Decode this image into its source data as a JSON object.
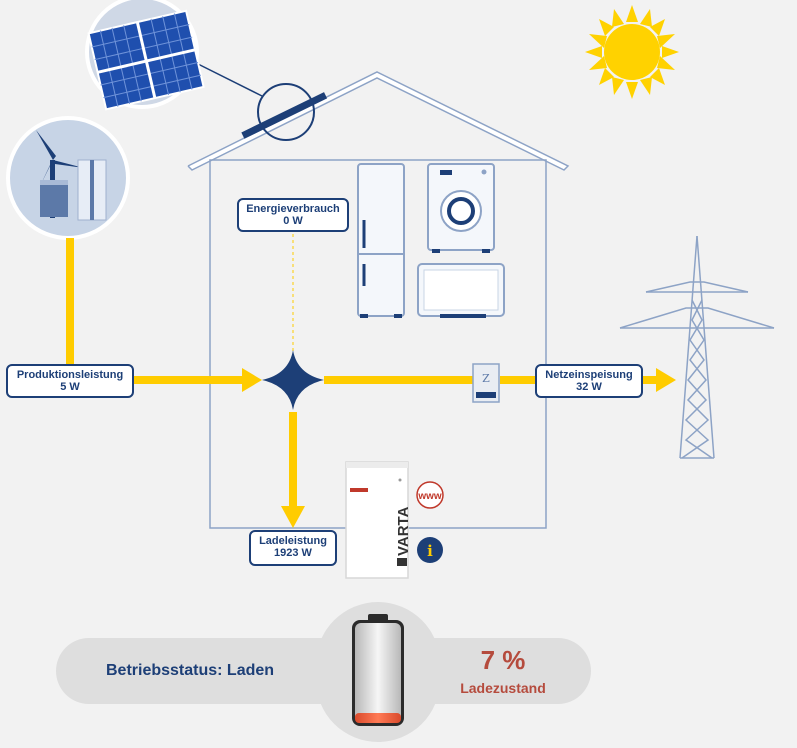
{
  "labels": {
    "consumption": {
      "title": "Energieverbrauch",
      "value": "0 W"
    },
    "production": {
      "title": "Produktionsleistung",
      "value": "5 W"
    },
    "grid": {
      "title": "Netzeinspeisung",
      "value": "32 W"
    },
    "charging": {
      "title": "Ladeleistung",
      "value": "1923 W"
    }
  },
  "status": {
    "text": "Betriebsstatus: Laden",
    "soc_value": "7 %",
    "soc_label": "Ladezustand"
  },
  "device": {
    "brand": "VARTA",
    "www_label": "www",
    "info_label": "i",
    "meter_letter": "Z"
  },
  "state": {
    "battery_soc_fraction": 0.07
  },
  "colors": {
    "accent_blue": "#1d3f77",
    "flow_yellow": "#ffcc00",
    "house_outline": "#8da3c6",
    "soc_red": "#b54b3d",
    "sun": "#ffd200"
  },
  "icons": {
    "sun": "sun-icon",
    "solar_panel": "solar-panel-icon",
    "wind_turbine": "wind-turbine-icon",
    "power_pylon": "power-pylon-icon",
    "fridge": "fridge-icon",
    "washing_machine": "washing-machine-icon",
    "tv": "tv-icon",
    "flow_hub": "flow-hub-icon",
    "battery": "battery-icon"
  }
}
